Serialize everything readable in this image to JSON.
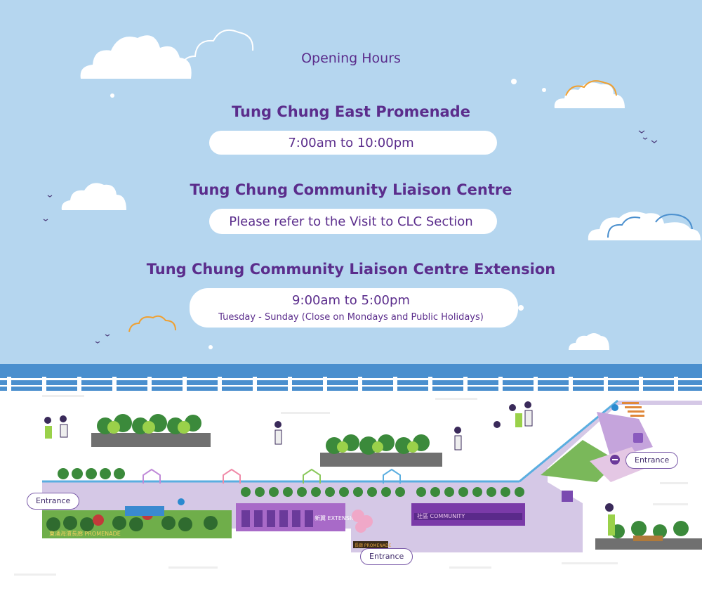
{
  "heading": "Opening Hours",
  "venues": [
    {
      "title": "Tung Chung East Promenade",
      "hours": "7:00am to 10:00pm",
      "note": ""
    },
    {
      "title": "Tung Chung Community Liaison Centre",
      "hours": "Please refer to the Visit to CLC Section",
      "note": ""
    },
    {
      "title": "Tung Chung Community Liaison Centre Extension",
      "hours": "9:00am to 5:00pm",
      "note": "Tuesday - Sunday (Close on Mondays and Public Holidays)"
    }
  ],
  "map": {
    "entrances": [
      "Entrance",
      "Entrance",
      "Entrance"
    ],
    "signs": {
      "promenade_left": "東涌海濱長廊 PROMENADE",
      "promenade_small": "長廊 PROMENADE",
      "extension_sign": "新翼 EXTENSION",
      "community_sign": "社區 COMMUNITY"
    },
    "icons": [
      "info-icon",
      "restroom-icon",
      "info-icon",
      "no-entry-icon",
      "accessible-icon"
    ]
  },
  "colors": {
    "sky": "#b5d6ef",
    "sea": "#4a8fce",
    "text": "#5b2d8c",
    "path": "#d5c8e6",
    "building": "#8c56b8"
  }
}
